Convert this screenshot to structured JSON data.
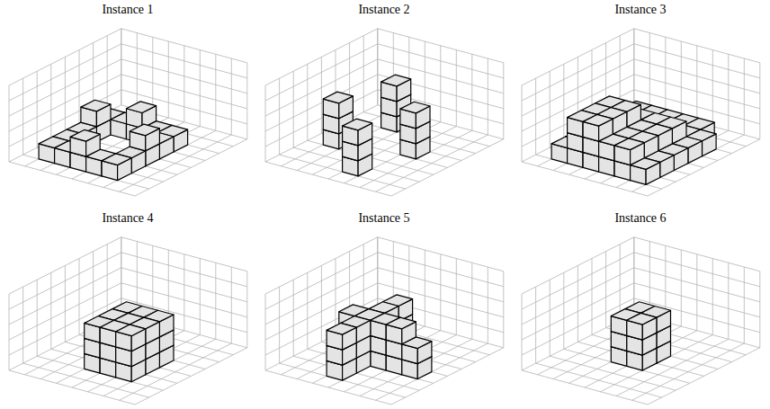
{
  "diagram": {
    "labels": [
      "Instance 1",
      "Instance 2",
      "Instance 3",
      "Instance 4",
      "Instance 5",
      "Instance 6"
    ]
  }
}
